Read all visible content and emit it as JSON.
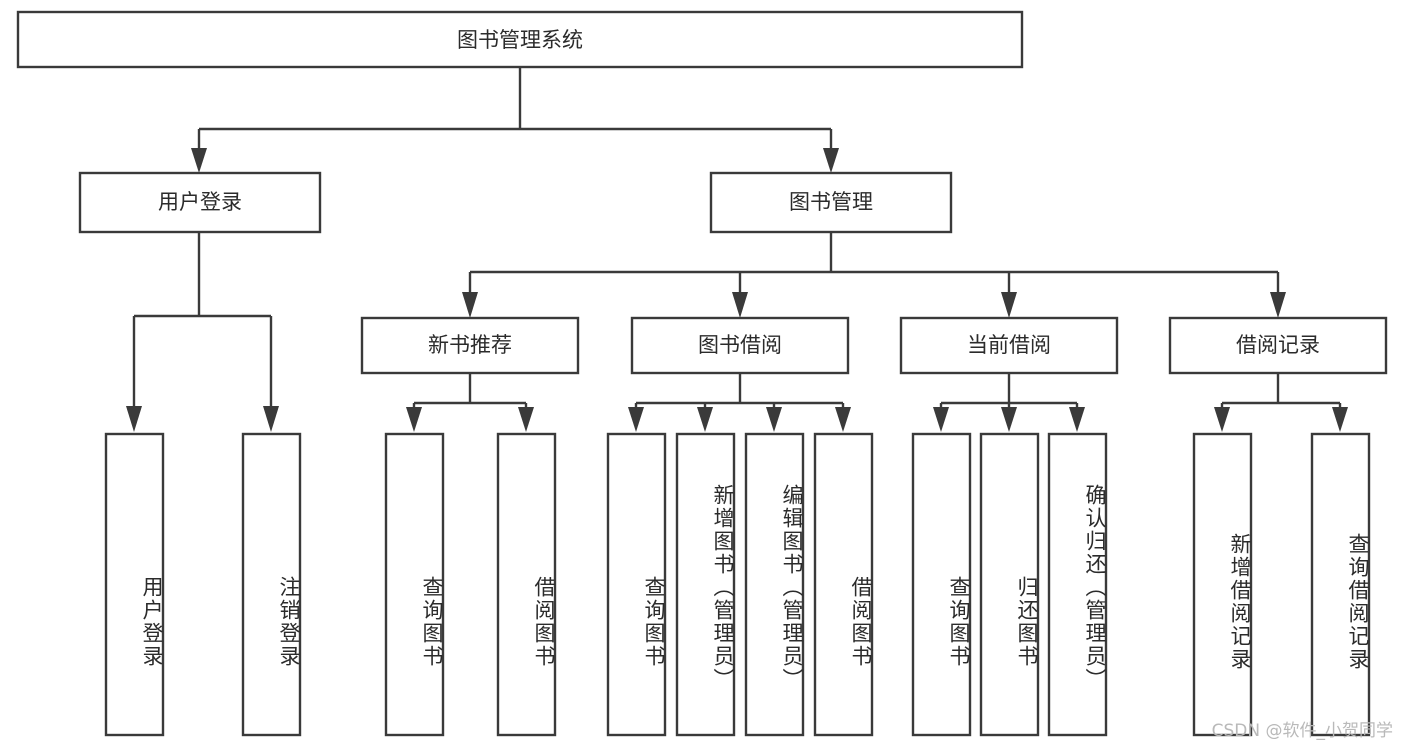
{
  "diagram": {
    "type": "tree-hierarchy",
    "title": "图书管理系统",
    "watermark": "CSDN @软件_小贺同学",
    "colors": {
      "background": "#ffffff",
      "box_stroke": "#3a3a3a",
      "box_fill": "#ffffff",
      "text": "#2b2b2b",
      "connector": "#3a3a3a",
      "watermark": "#b9b9b9"
    },
    "root": {
      "label": "图书管理系统"
    },
    "level2": [
      {
        "label": "用户登录"
      },
      {
        "label": "图书管理"
      }
    ],
    "level3": [
      {
        "label": "新书推荐"
      },
      {
        "label": "图书借阅"
      },
      {
        "label": "当前借阅"
      },
      {
        "label": "借阅记录"
      }
    ],
    "leaves": {
      "user_login": [
        {
          "label": "用户登录"
        },
        {
          "label": "注销登录"
        }
      ],
      "new_book_recommend": [
        {
          "label": "查询图书"
        },
        {
          "label": "借阅图书"
        }
      ],
      "book_borrow": [
        {
          "label": "查询图书"
        },
        {
          "label": "新增图书（管理员）"
        },
        {
          "label": "编辑图书（管理员）"
        },
        {
          "label": "借阅图书"
        }
      ],
      "current_borrow": [
        {
          "label": "查询图书"
        },
        {
          "label": "归还图书"
        },
        {
          "label": "确认归还（管理员）"
        }
      ],
      "borrow_record": [
        {
          "label": "新增借阅记录"
        },
        {
          "label": "查询借阅记录"
        }
      ]
    }
  }
}
